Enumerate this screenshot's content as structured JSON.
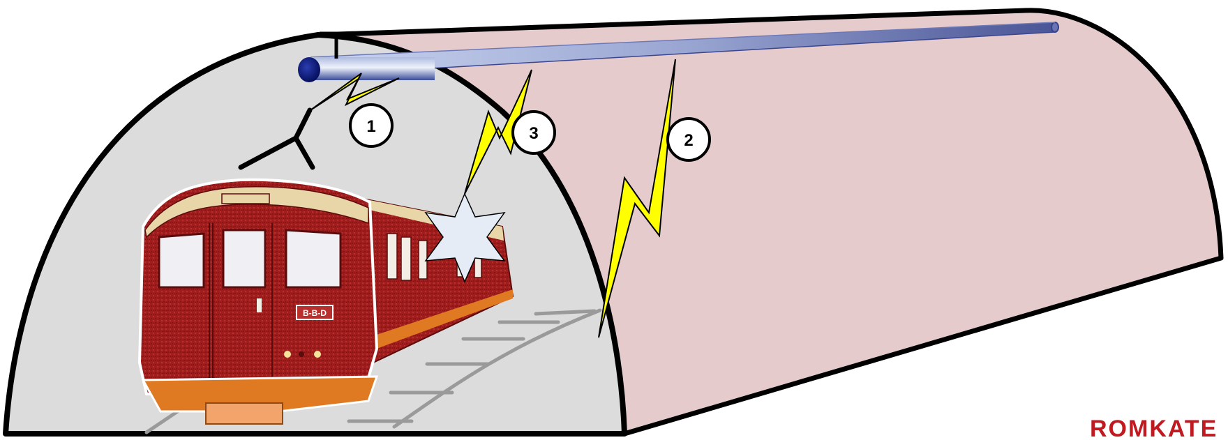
{
  "markers": {
    "m1": "1",
    "m2": "2",
    "m3": "3"
  },
  "brand": {
    "logo_text": "ROMKATE"
  },
  "train": {
    "destination_sign": "B-B-D"
  },
  "colors": {
    "tunnel_side": "#e6cbcc",
    "tunnel_face": "#dcdcdc",
    "pipe_light": "#ccd9ef",
    "pipe_dark": "#0b1b86",
    "lightning": "#ffff00",
    "train_red": "#a01d1e",
    "train_orange": "#e07a22",
    "star": "#e6ecf6",
    "rail": "#9a9a9a",
    "brand": "#c01a20"
  },
  "icons": {
    "pipe": "cable-pipe-icon",
    "hanger": "hanger-bracket-icon",
    "antenna": "antenna-icon",
    "lightning": "lightning-bolt-icon",
    "star": "spark-star-icon"
  }
}
